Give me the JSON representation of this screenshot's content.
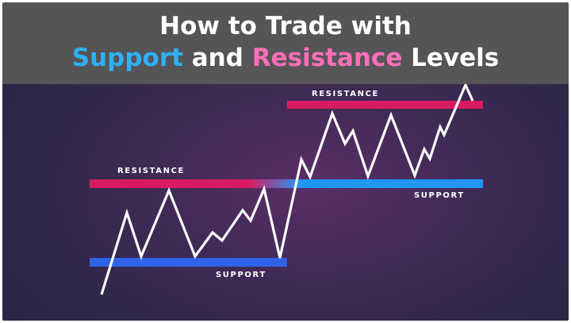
{
  "title": {
    "line1": "How to Trade with",
    "line2_word1": "Support",
    "line2_and": "and",
    "line2_word2": "Resistance",
    "line2_tail": "Levels"
  },
  "levels": [
    {
      "id": "resistance-left",
      "label": "RESISTANCE"
    },
    {
      "id": "support-left",
      "label": "SUPPORT"
    },
    {
      "id": "resistance-right",
      "label": "RESISTANCE"
    },
    {
      "id": "support-right",
      "label": "SUPPORT"
    }
  ],
  "colors": {
    "resistance": "#d81b60",
    "support": "#2196f3",
    "support_title": "#2fb0f5",
    "resistance_title": "#ff6fb8",
    "price_line": "#ffffff"
  }
}
